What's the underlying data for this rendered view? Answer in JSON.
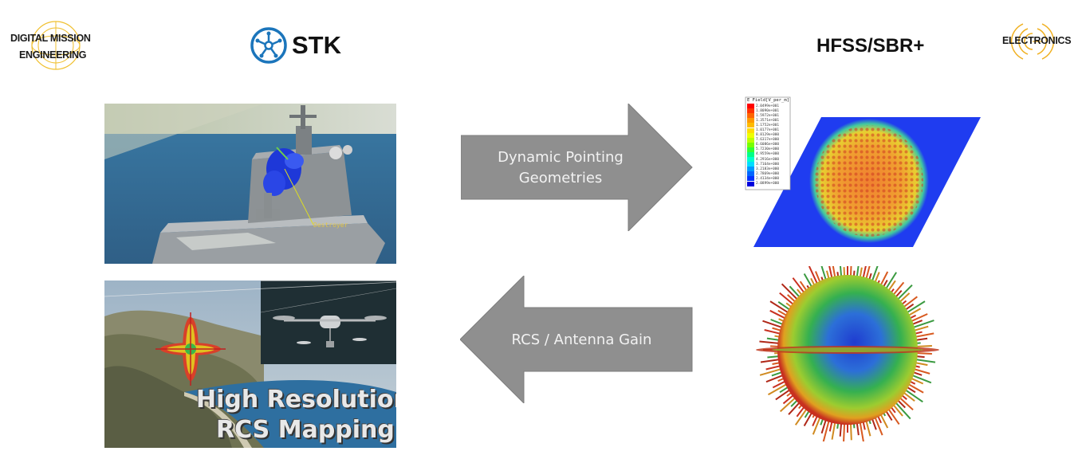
{
  "header": {
    "left_logo_line1": "DIGITAL MISSION",
    "left_logo_line2": "ENGINEERING",
    "stk_label": "STK",
    "hfss_label": "HFSS/SBR+",
    "right_logo_label": "ELECTRONICS"
  },
  "arrows": {
    "forward_line1": "Dynamic Pointing",
    "forward_line2": "Geometries",
    "backward_label": "RCS / Antenna Gain"
  },
  "images": {
    "ship_tag": "Destroyer",
    "rcs_title_line1": "High Resolution",
    "rcs_title_line2": "RCS Mapping"
  },
  "legend": {
    "title": "E Field[V_per_m]",
    "entries": [
      "2.0499e+001",
      "1.8090e+001",
      "1.5972e+001",
      "1.3571e+001",
      "1.1752e+001",
      "1.0177e+001",
      "8.8129e+000",
      "7.6317e+000",
      "6.6086e+000",
      "5.7230e+000",
      "4.9559e+000",
      "4.2916e+000",
      "3.7164e+000",
      "3.2183e+000",
      "2.7869e+000",
      "2.4134e+000",
      "2.0899e+000"
    ],
    "colors": [
      "#ff0000",
      "#ff3300",
      "#ff6600",
      "#ff9900",
      "#ffbb00",
      "#ffdd00",
      "#eeff00",
      "#bbff00",
      "#77ff00",
      "#33ff33",
      "#00ff88",
      "#00ffcc",
      "#00ddff",
      "#0099ff",
      "#0066ff",
      "#0033ff",
      "#0000dd"
    ]
  }
}
